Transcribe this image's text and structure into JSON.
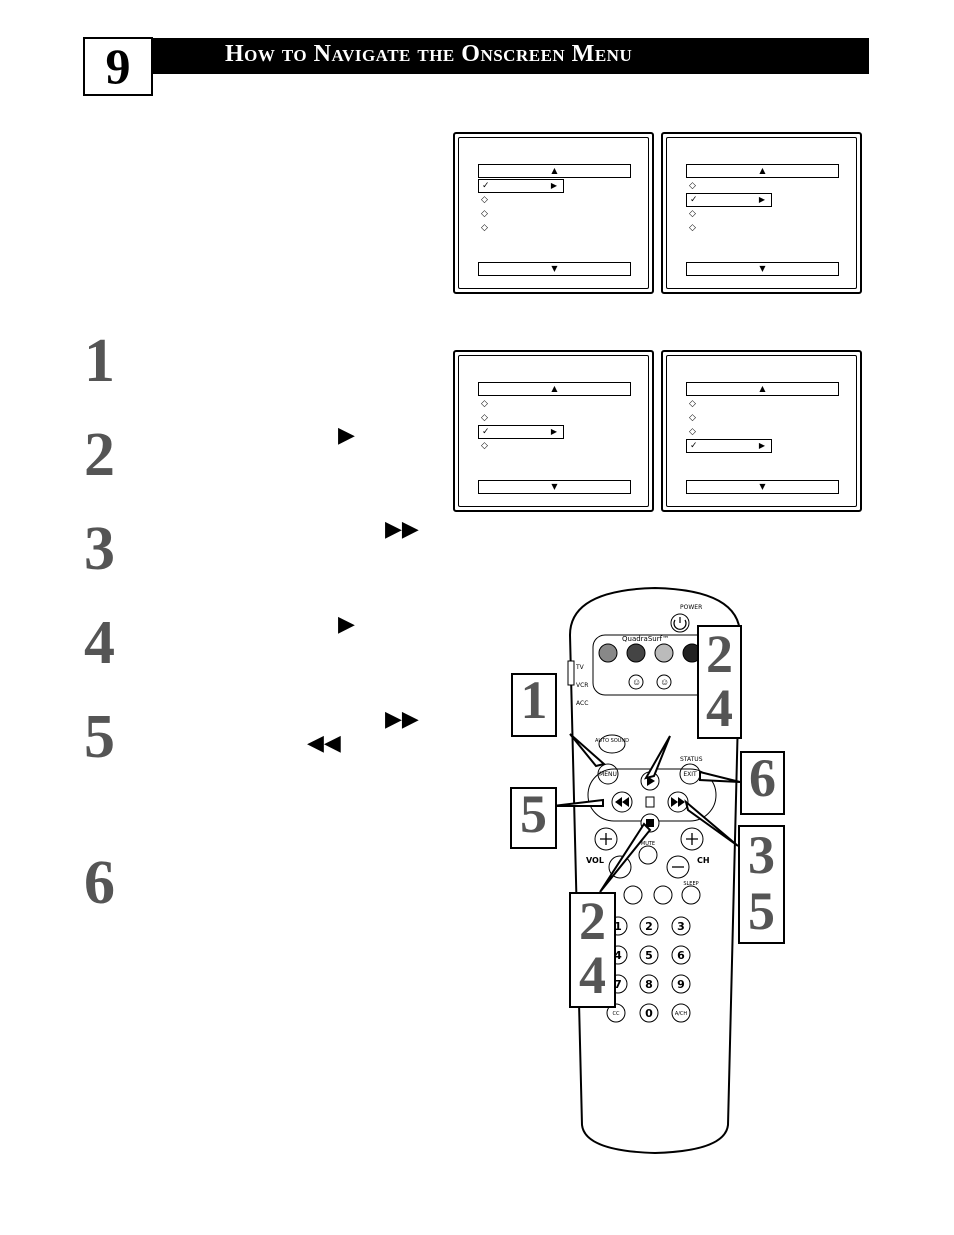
{
  "header": {
    "page_number": "9",
    "title": "How to Navigate the Onscreen Menu"
  },
  "steps": [
    "1",
    "2",
    "3",
    "4",
    "5",
    "6"
  ],
  "step_arrows": {
    "play": "▶",
    "ff": "▶▶",
    "rew": "◀◀"
  },
  "screens": {
    "up_arrow": "▲",
    "down_arrow": "▼",
    "bullet": "◇",
    "check": "✓",
    "right_tri": "▶",
    "selected_rows": [
      1,
      2,
      3,
      4
    ]
  },
  "remote": {
    "power": "POWER",
    "quadrasurf": "QuadraSurf™",
    "modes": [
      "TV",
      "VCR",
      "ACC"
    ],
    "auto_sound": "AUTO SOUND",
    "status": "STATUS",
    "menu": "MENU",
    "exit": "EXIT",
    "mute": "MUTE",
    "vol": "VOL",
    "ch": "CH",
    "sleep": "SLEEP",
    "cc": "CC",
    "ach": "A/CH",
    "digits": [
      "1",
      "2",
      "3",
      "4",
      "5",
      "6",
      "7",
      "8",
      "9",
      "0"
    ]
  },
  "callouts": [
    "1",
    "2",
    "4",
    "6",
    "5",
    "3",
    "5",
    "2",
    "4"
  ]
}
